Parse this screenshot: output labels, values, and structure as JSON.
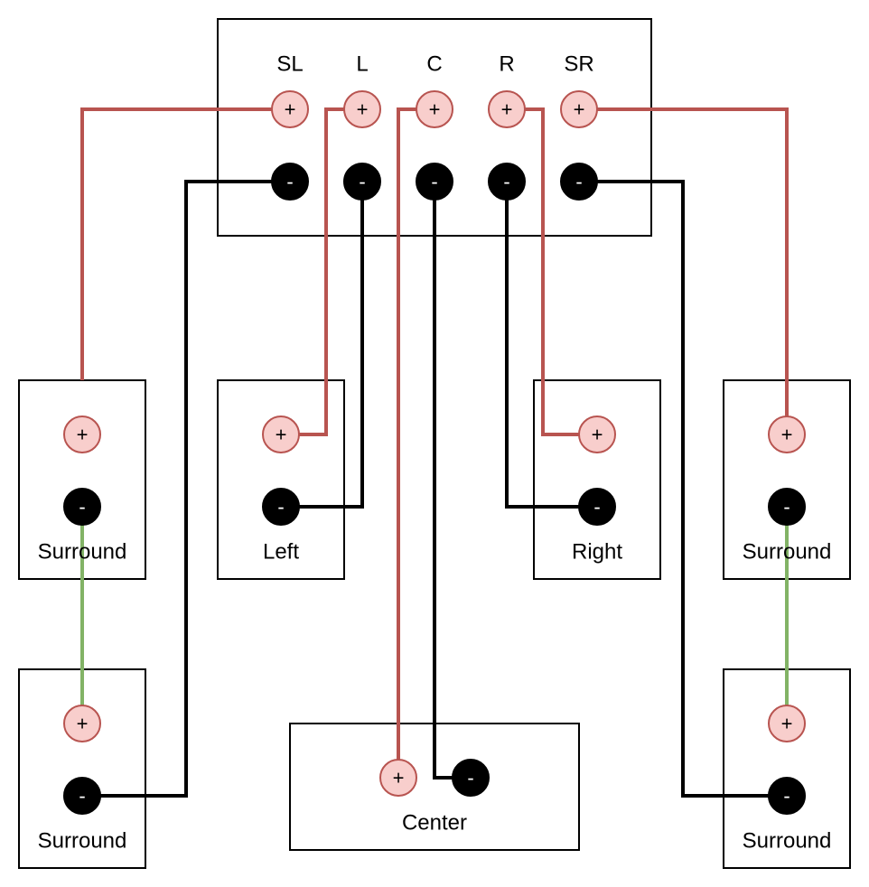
{
  "colors": {
    "positive_wire": "#b85450",
    "negative_wire": "#000000",
    "link_wire": "#82b366",
    "positive_fill": "#f8cecc",
    "positive_stroke": "#b85450",
    "negative_fill": "#000000",
    "box_stroke": "#000000"
  },
  "symbols": {
    "positive": "+",
    "negative": "-"
  },
  "receiver": {
    "channels": [
      "SL",
      "L",
      "C",
      "R",
      "SR"
    ]
  },
  "speakers": {
    "surround_left_front": {
      "label": "Surround"
    },
    "left": {
      "label": "Left"
    },
    "right": {
      "label": "Right"
    },
    "surround_right_front": {
      "label": "Surround"
    },
    "surround_left_rear": {
      "label": "Surround"
    },
    "center": {
      "label": "Center"
    },
    "surround_right_rear": {
      "label": "Surround"
    }
  }
}
